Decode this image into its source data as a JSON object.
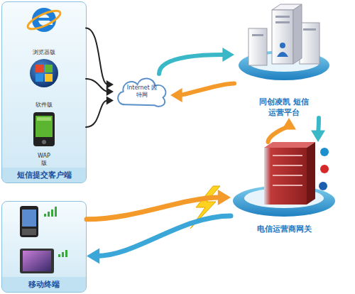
{
  "diagram": {
    "nodes": [
      {
        "text": [
          "短信提交客户端"
        ]
      },
      {
        "text": [
          "浏览器版"
        ],
        "in": 0
      },
      {
        "text": [
          "软件版"
        ],
        "in": 0
      },
      {
        "text": [
          "WAP 版"
        ],
        "in": 0
      },
      {
        "text": [
          "移动终端"
        ]
      },
      {
        "text": [
          "Internet 因特网"
        ]
      },
      {
        "text": [
          "同创凌凯 短信运营平台"
        ]
      },
      {
        "text": [
          "电信运营商网关"
        ]
      }
    ],
    "edges": [
      {
        "from": 1,
        "to": 5,
        "arrow": "to"
      },
      {
        "from": 2,
        "to": 5,
        "arrow": "to"
      },
      {
        "from": 3,
        "to": 5,
        "arrow": "to"
      },
      {
        "from": 5,
        "to": 6,
        "arrow": "to"
      },
      {
        "from": 6,
        "to": 5,
        "arrow": "to"
      },
      {
        "from": 6,
        "to": 7,
        "arrow": "to"
      },
      {
        "from": 7,
        "to": 6,
        "arrow": "to"
      },
      {
        "from": 7,
        "to": 4,
        "arrow": "to"
      },
      {
        "from": 4,
        "to": 7,
        "arrow": "to"
      }
    ]
  }
}
